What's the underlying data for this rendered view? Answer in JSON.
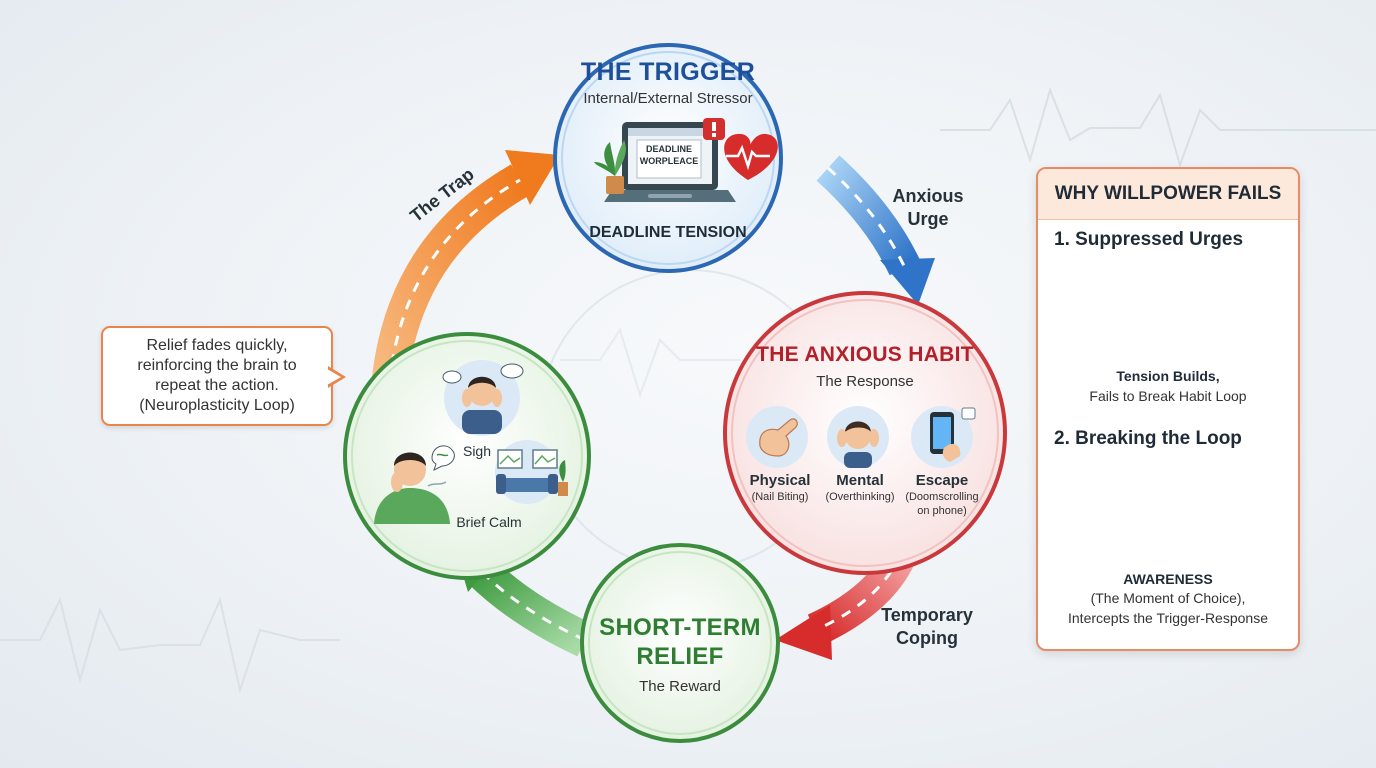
{
  "trigger": {
    "title": "THE TRIGGER",
    "subtitle": "Internal/External Stressor",
    "screen_line1": "DEADLINE",
    "screen_line2": "WORPLEACE",
    "caption": "DEADLINE TENSION"
  },
  "habit": {
    "title": "THE ANXIOUS HABIT",
    "subtitle": "The Response",
    "items": [
      {
        "label": "Physical",
        "detail": "(Nail Biting)"
      },
      {
        "label": "Mental",
        "detail": "(Overthinking)"
      },
      {
        "label": "Escape",
        "detail_line1": "(Doomscrolling",
        "detail_line2": "on phone)"
      }
    ]
  },
  "relief": {
    "title_line1": "SHORT-TERM",
    "title_line2": "RELIEF",
    "subtitle": "The Reward"
  },
  "calm": {
    "sigh_label": "Sigh",
    "calm_label": "Brief Calm"
  },
  "arrows": {
    "urge_line1": "Anxious",
    "urge_line2": "Urge",
    "coping_line1": "Temporary",
    "coping_line2": "Coping",
    "trap": "The Trap"
  },
  "callout": {
    "line1": "Relief fades quickly,",
    "line2": "reinforcing the brain to",
    "line3": "repeat the action.",
    "line4": "(Neuroplasticity Loop)"
  },
  "panel": {
    "header": "WHY WILLPOWER FAILS",
    "section1_heading": "1. Suppressed Urges",
    "section1_caption_bold": "Tension Builds,",
    "section1_caption": "Fails to Break Habit Loop",
    "section2_heading": "2. Breaking the Loop",
    "section2_caption_bold": "AWARENESS",
    "section2_caption_line2": "(The Moment of Choice),",
    "section2_caption_line3": "Intercepts the Trigger-Response"
  },
  "colors": {
    "trigger_blue": "#1e4f9a",
    "habit_red": "#b3202a",
    "relief_green": "#2f7d32",
    "trap_orange": "#f08a2c",
    "panel_accent": "#e88a63"
  },
  "icons": [
    "laptop-icon",
    "heart-pulse-icon",
    "plant-icon",
    "hand-icon",
    "head-hands-icon",
    "phone-icon",
    "person-sigh-icon",
    "sofa-icon",
    "bottle-icon",
    "thinking-woman-icon",
    "heart-bubble-icon"
  ]
}
